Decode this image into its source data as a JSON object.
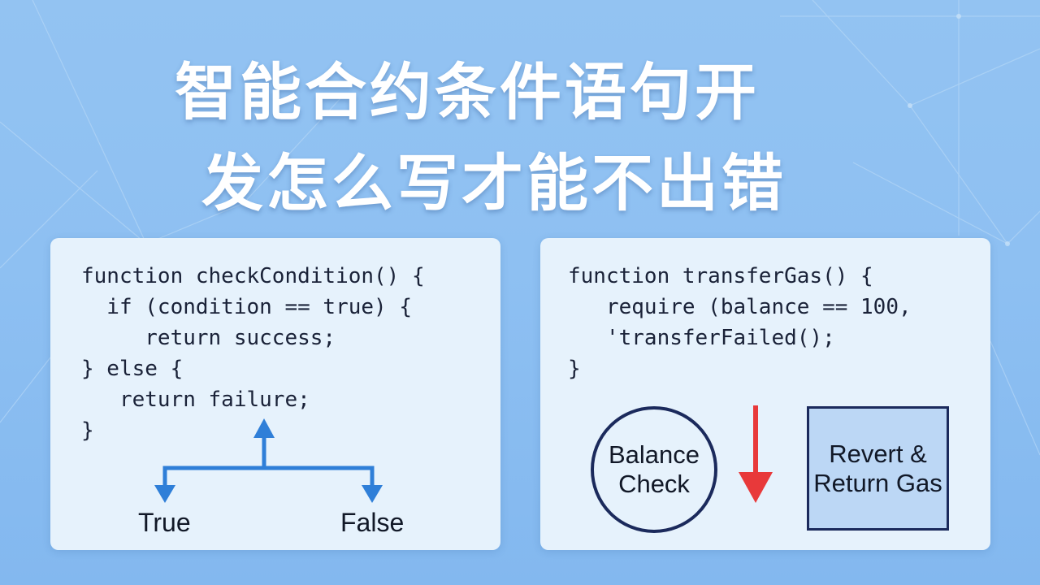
{
  "title": {
    "line1": "智能合约条件语句开",
    "line2": "发怎么写才能不出错"
  },
  "left_panel": {
    "code_lines": [
      "function checkCondition() {",
      "  if (condition == true) {",
      "     return success;",
      "} else {",
      "   return failure;",
      "}"
    ],
    "branch_true_label": "True",
    "branch_false_label": "False"
  },
  "right_panel": {
    "code_lines": [
      "function transferGas() {",
      "   require (balance == 100,",
      "   'transferFailed();",
      "}"
    ],
    "check_node_label_line1": "Balance",
    "check_node_label_line2": "Check",
    "revert_node_label_line1": "Revert &",
    "revert_node_label_line2": "Return Gas"
  },
  "colors": {
    "background": "#8ec0f2",
    "panel": "#e6f2fc",
    "flow_arrow_blue": "#2f7fd8",
    "down_arrow_red": "#e8393a",
    "node_border": "#1b2a5c",
    "revert_fill": "#bcd7f5"
  }
}
